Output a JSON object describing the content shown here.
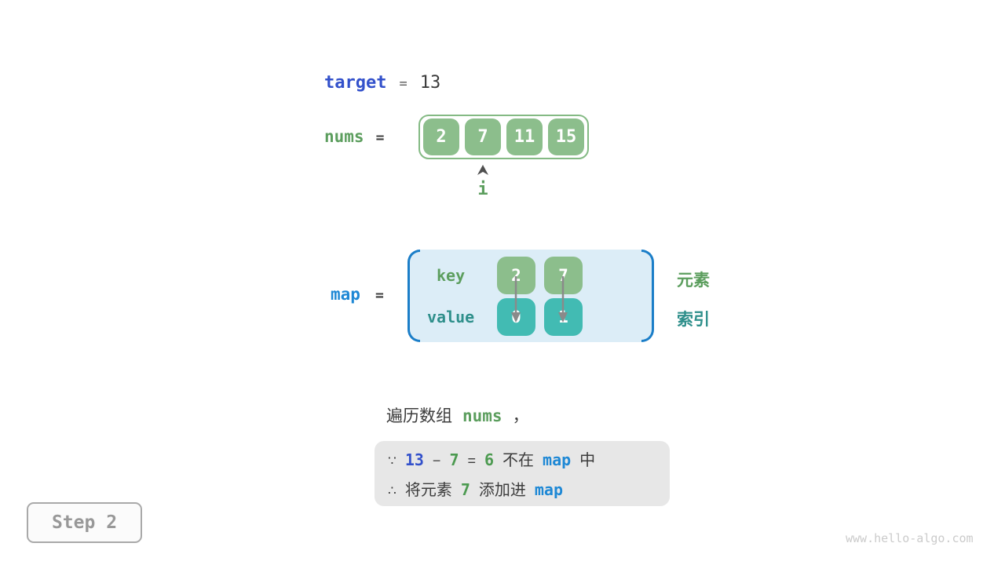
{
  "colors": {
    "keyword_blue": "#3351cb",
    "map_blue": "#1e88d5",
    "green_text": "#5c9e5e",
    "green_box": "#8cbe8c",
    "green_border": "#84ba84",
    "teal_text": "#2e8f8b",
    "teal_box": "#42bbb3",
    "panel_blue_bg": "#dcedf7",
    "bracket_blue": "#1b7ec8",
    "dark_text": "#3c3c3c",
    "note_bg": "#e7e7e7",
    "gray_text": "#989898",
    "arrow_gray": "#8a8a8a"
  },
  "target_row": {
    "label": "target",
    "equals": "=",
    "value": "13"
  },
  "nums_row": {
    "label": "nums",
    "equals": "=",
    "values": [
      "2",
      "7",
      "11",
      "15"
    ]
  },
  "pointer": {
    "label": "i"
  },
  "map_row": {
    "label": "map",
    "equals": "=",
    "key_label": "key",
    "value_label": "value",
    "entries": [
      {
        "key": "2",
        "value": "0"
      },
      {
        "key": "7",
        "value": "1"
      }
    ],
    "side_labels": {
      "element": "元素",
      "index": "索引"
    }
  },
  "caption": {
    "prefix": "遍历数组",
    "code": "nums",
    "suffix": "，"
  },
  "note_box": {
    "line1": {
      "because": "∵",
      "minuend": "13",
      "minus": "−",
      "subtrahend": "7",
      "equals": "=",
      "difference": "6",
      "not_in": "不在",
      "map": "map",
      "in_suffix": "中"
    },
    "line2": {
      "therefore": "∴",
      "add_prefix": "将元素",
      "element": "7",
      "add_verb": "添加进",
      "map": "map"
    }
  },
  "step_badge": {
    "label": "Step 2"
  },
  "watermark": "www.hello-algo.com"
}
